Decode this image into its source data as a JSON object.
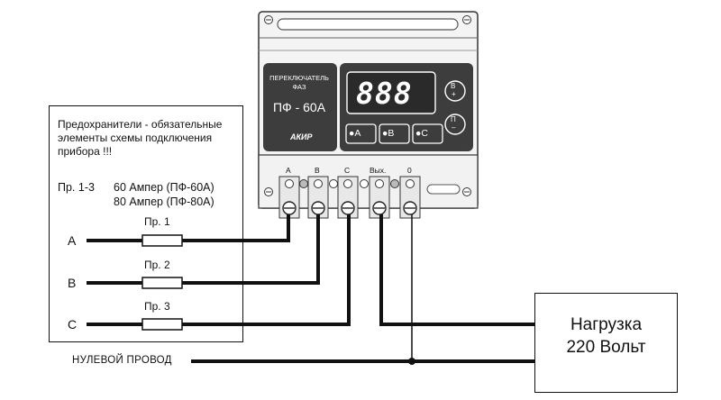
{
  "note": {
    "text": "Предохранители - обязательные\nэлементы схемы подключения\nприбора !!!",
    "fuse_heading": "Пр. 1-3",
    "fuse_value_1": "60 Ампер (ПФ-60А)",
    "fuse_value_2": "80 Ампер (ПФ-80А)"
  },
  "fuses": [
    {
      "label": "Пр. 1"
    },
    {
      "label": "Пр. 2"
    },
    {
      "label": "Пр. 3"
    }
  ],
  "phases": [
    "A",
    "B",
    "C"
  ],
  "neutral_label": "НУЛЕВОЙ  ПРОВОД",
  "load": {
    "line1": "Нагрузка",
    "line2": "220 Вольт"
  },
  "device": {
    "title_line1": "ПЕРЕКЛЮЧАТЕЛЬ",
    "title_line2": "ФАЗ",
    "model": "ПФ - 60А",
    "logo": "АКИР",
    "display": "888",
    "phase_buttons": [
      "●A",
      "●B",
      "●C"
    ],
    "side_buttons": [
      {
        "top": "В",
        "bottom": "+"
      },
      {
        "top": "П",
        "bottom": "–"
      }
    ],
    "terminal_labels": [
      "A",
      "B",
      "C",
      "Вых.",
      "0"
    ]
  },
  "colors": {
    "panel": "#3d3d3d",
    "line": "#111111",
    "housing": "#f2f2f2"
  }
}
